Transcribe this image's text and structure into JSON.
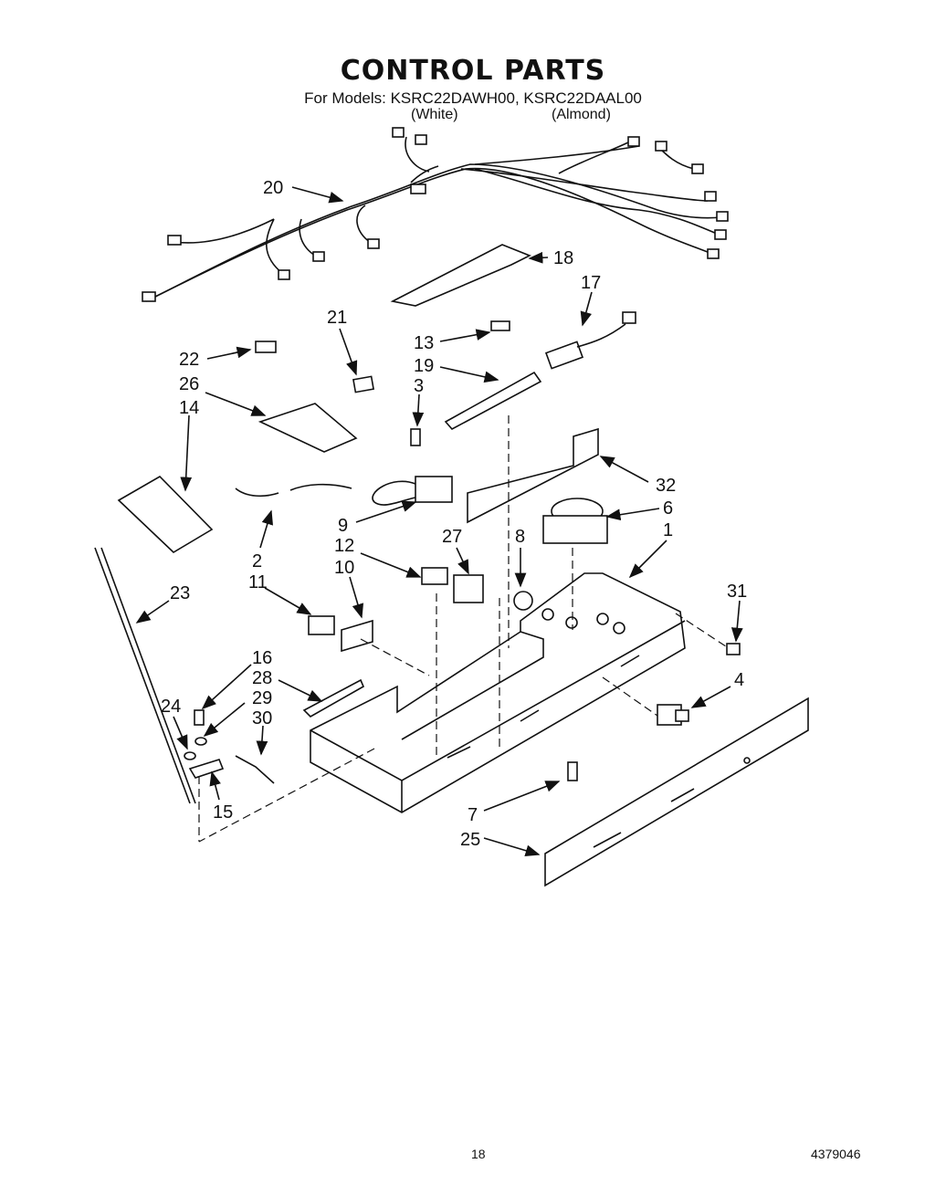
{
  "header": {
    "title": "CONTROL PARTS",
    "models": "For Models: KSRC22DAWH00, KSRC22DAAL00",
    "variant_white": "(White)",
    "variant_almond": "(Almond)"
  },
  "callouts": [
    "20",
    "18",
    "17",
    "21",
    "13",
    "22",
    "19",
    "26",
    "3",
    "14",
    "32",
    "6",
    "9",
    "2",
    "27",
    "8",
    "1",
    "12",
    "11",
    "10",
    "23",
    "31",
    "16",
    "28",
    "4",
    "24",
    "29",
    "30",
    "15",
    "7",
    "25"
  ],
  "footer": {
    "page_number": "18",
    "document_number": "4379046"
  }
}
